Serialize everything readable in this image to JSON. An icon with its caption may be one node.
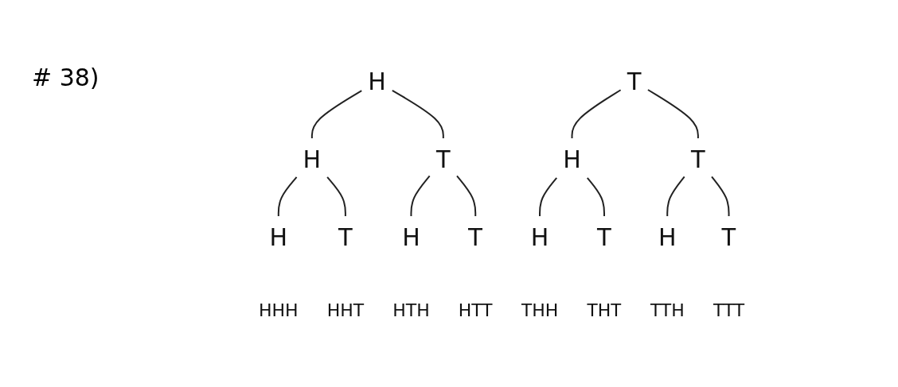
{
  "diagram": {
    "nodes": [
      {
        "text": [
          "H"
        ]
      },
      {
        "text": [
          "T"
        ]
      },
      {
        "text": [
          "H"
        ]
      },
      {
        "text": [
          "T"
        ]
      },
      {
        "text": [
          "H"
        ]
      },
      {
        "text": [
          "T"
        ]
      },
      {
        "text": [
          "H"
        ],
        "beside": [
          "HHH"
        ]
      },
      {
        "text": [
          "T"
        ],
        "beside": [
          "HHT"
        ]
      },
      {
        "text": [
          "H"
        ],
        "beside": [
          "HTH"
        ]
      },
      {
        "text": [
          "T"
        ],
        "beside": [
          "HTT"
        ]
      },
      {
        "text": [
          "H"
        ],
        "beside": [
          "THH"
        ]
      },
      {
        "text": [
          "T"
        ],
        "beside": [
          "THT"
        ]
      },
      {
        "text": [
          "H"
        ],
        "beside": [
          "TTH"
        ]
      },
      {
        "text": [
          "T"
        ],
        "beside": [
          "TTT"
        ]
      }
    ],
    "edges": [
      {
        "from": 0,
        "to": 2,
        "arrow": "none"
      },
      {
        "from": 0,
        "to": 3,
        "arrow": "none"
      },
      {
        "from": 1,
        "to": 4,
        "arrow": "none"
      },
      {
        "from": 1,
        "to": 5,
        "arrow": "none"
      },
      {
        "from": 2,
        "to": 6,
        "arrow": "none"
      },
      {
        "from": 2,
        "to": 7,
        "arrow": "none"
      },
      {
        "from": 3,
        "to": 8,
        "arrow": "none"
      },
      {
        "from": 3,
        "to": 9,
        "arrow": "none"
      },
      {
        "from": 4,
        "to": 10,
        "arrow": "none"
      },
      {
        "from": 4,
        "to": 11,
        "arrow": "none"
      },
      {
        "from": 5,
        "to": 12,
        "arrow": "none"
      },
      {
        "from": 5,
        "to": 13,
        "arrow": "none"
      }
    ],
    "labels": [
      "# 38)"
    ]
  }
}
